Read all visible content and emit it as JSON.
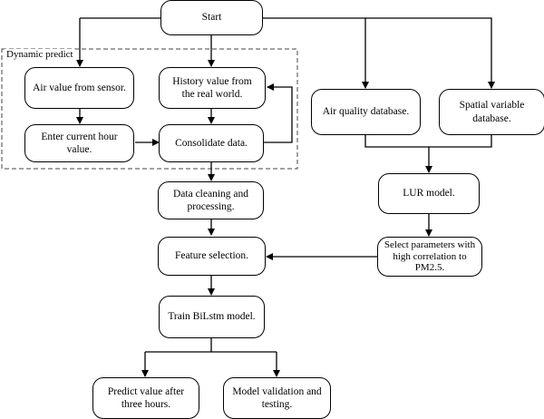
{
  "group": {
    "label": "Dynamic predict"
  },
  "nodes": {
    "start": "Start",
    "air_sensor": "Air value from sensor.",
    "history": "History value from the real world.",
    "current_hour": "Enter current hour value.",
    "consolidate": "Consolidate data.",
    "air_db": "Air quality database.",
    "spatial_db": "Spatial variable database.",
    "cleaning": "Data cleaning and processing.",
    "lur": "LUR model.",
    "feature": "Feature selection.",
    "select_params": "Select parameters with high correlation to PM2.5.",
    "train": "Train BiLstm model.",
    "predict": "Predict value after three hours.",
    "validation": "Model validation and testing."
  }
}
